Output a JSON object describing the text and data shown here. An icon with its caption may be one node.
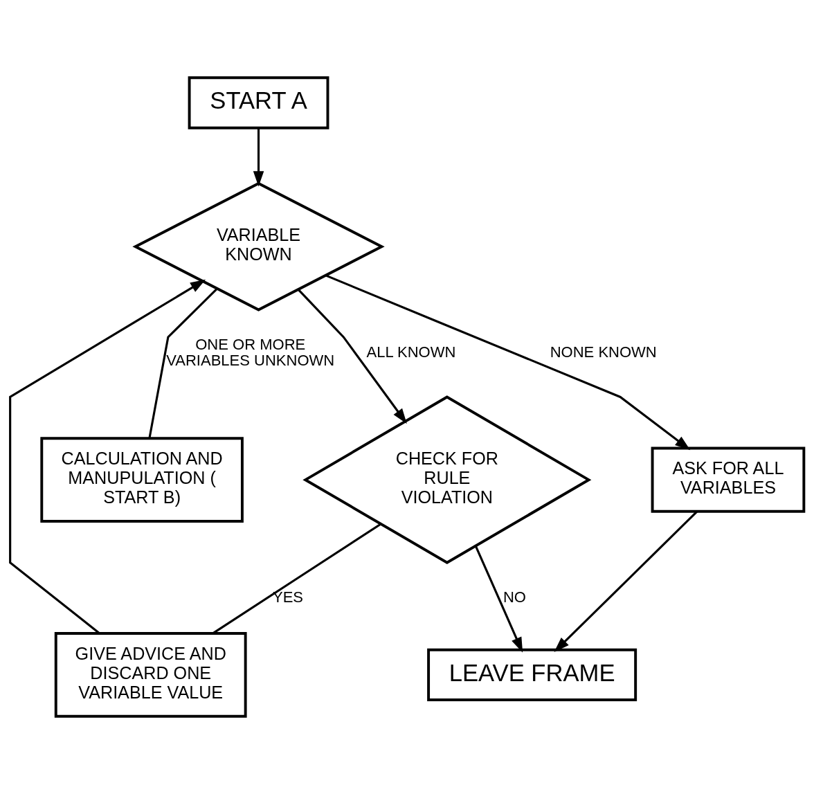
{
  "diagram": {
    "nodes": [
      {
        "text": [
          "START A"
        ]
      },
      {
        "text": [
          "VARIABLE KNOWN"
        ]
      },
      {
        "text": [
          "GIVE ADVICE AND DISCARD ONE VARIABLE VALUE"
        ]
      },
      {
        "text": [
          "CHECK FOR RULE VIOLATION"
        ]
      },
      {
        "text": [
          "CALCULATION AND MANUPULATION ( START B)"
        ]
      },
      {
        "text": [
          "ASK FOR ALL VARIABLES"
        ]
      },
      {
        "text": [
          "LEAVE FRAME"
        ]
      }
    ],
    "edges": [
      {
        "from": 0,
        "to": 1,
        "arrow": "to"
      },
      {
        "from": 1,
        "to": 3,
        "arrow": "to",
        "label": "ALL KNOWN"
      },
      {
        "from": 1,
        "to": 4,
        "arrow": "none",
        "label": "ONE OR MORE VARIABLES UNKNOWN"
      },
      {
        "from": 1,
        "to": 5,
        "arrow": "to",
        "label": "NONE KNOWN"
      },
      {
        "from": 3,
        "to": 2,
        "arrow": "none",
        "label": "YES"
      },
      {
        "from": 2,
        "to": 1,
        "arrow": "to"
      },
      {
        "from": 3,
        "to": 6,
        "arrow": "to",
        "label": "NO"
      },
      {
        "from": 5,
        "to": 6,
        "arrow": "to"
      }
    ]
  }
}
